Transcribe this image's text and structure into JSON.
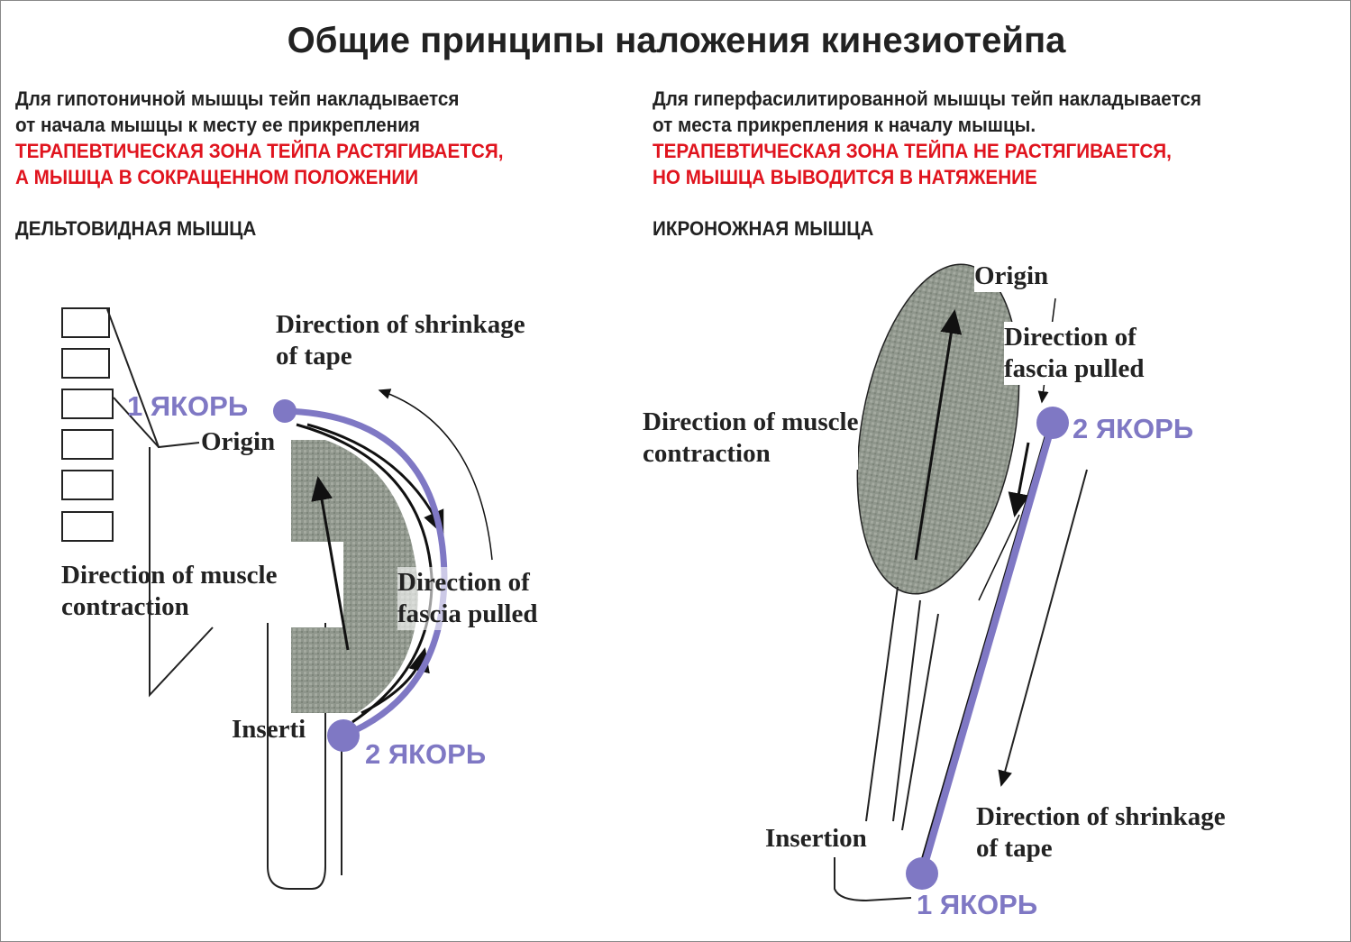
{
  "title": "Общие  принципы наложения кинезиотейпа",
  "left": {
    "text_lines": [
      "Для гипотоничной мышцы тейп накладывается",
      "от начала мышцы к месту ее прикрепления"
    ],
    "red_lines": [
      "ТЕРАПЕВТИЧЕСКАЯ ЗОНА ТЕЙПА РАСТЯГИВАЕТСЯ,",
      "А МЫШЦА В СОКРАЩЕННОМ ПОЛОЖЕНИИ"
    ],
    "muscle": "ДЕЛЬТОВИДНАЯ МЫШЦА",
    "labels": {
      "shrink": "Direction of shrinkage\nof tape",
      "origin": "Origin",
      "contraction": "Direction of muscle\ncontraction",
      "fascia": "Direction of\nfascia pulled",
      "insertion": "Inserti"
    },
    "anchor1": "1 ЯКОРЬ",
    "anchor2": "2 ЯКОРЬ"
  },
  "right": {
    "text_lines": [
      "Для гиперфасилитированной мышцы тейп накладывается",
      "от места прикрепления к началу мышцы."
    ],
    "red_lines": [
      "ТЕРАПЕВТИЧЕСКАЯ ЗОНА ТЕЙПА НЕ РАСТЯГИВАЕТСЯ,",
      "НО МЫШЦА ВЫВОДИТСЯ В НАТЯЖЕНИЕ"
    ],
    "muscle": "ИКРОНОЖНАЯ МЫШЦА",
    "labels": {
      "origin": "Origin",
      "fascia": "Direction of\nfascia pulled",
      "contraction": "Direction of muscle\ncontraction",
      "shrink": "Direction of shrinkage\nof tape",
      "insertion": "Insertion"
    },
    "anchor2": "2 ЯКОРЬ",
    "anchor1": "1 ЯКОРЬ"
  },
  "colors": {
    "tape": "#7f78c4",
    "red_text": "#e0141e",
    "muscle": "#8f968c"
  }
}
